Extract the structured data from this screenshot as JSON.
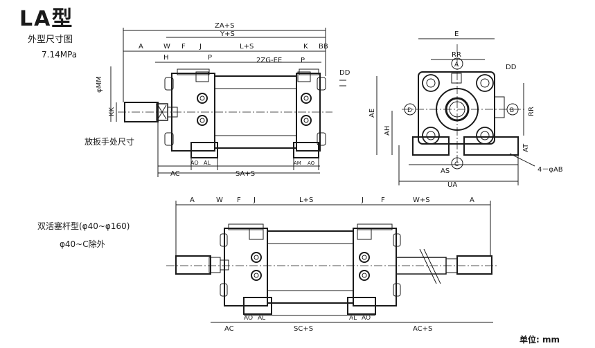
{
  "title": "LA型",
  "subtitle": "外型尺寸图",
  "pressure": "7.14MPa",
  "unit": "单位: mm",
  "side_view": {
    "top_dims": [
      "ZA+S",
      "Y+S"
    ],
    "row_dims": [
      "A",
      "W",
      "F",
      "J",
      "L+S",
      "K",
      "BB"
    ],
    "row2": [
      "H",
      "P",
      "2ZG-EE",
      "P"
    ],
    "left_dims": [
      "φMM",
      "KK"
    ],
    "right_dims": [
      "DD"
    ],
    "handle_note": "放扳手处尺寸",
    "bottom_small": [
      "AO",
      "AL",
      "AM",
      "AO"
    ],
    "bottom_dims": [
      "AC",
      "SA+S"
    ]
  },
  "end_view": {
    "top_dims": [
      "E",
      "RR"
    ],
    "ports": [
      "A",
      "B",
      "C",
      "D"
    ],
    "labels": [
      "DD",
      "RR",
      "AE",
      "AH",
      "AT",
      "AS",
      "UA",
      "4－φAB"
    ]
  },
  "double_rod": {
    "note1": "双活塞杆型(φ40~φ160)",
    "note2": "φ40~C除外",
    "top_dims": [
      "A",
      "W",
      "F",
      "J",
      "L+S",
      "J",
      "F",
      "W+S",
      "A"
    ],
    "bottom_small": [
      "AO",
      "AL",
      "AL",
      "AO"
    ],
    "bottom_dims": [
      "AC",
      "SC+S",
      "AC+S"
    ]
  }
}
